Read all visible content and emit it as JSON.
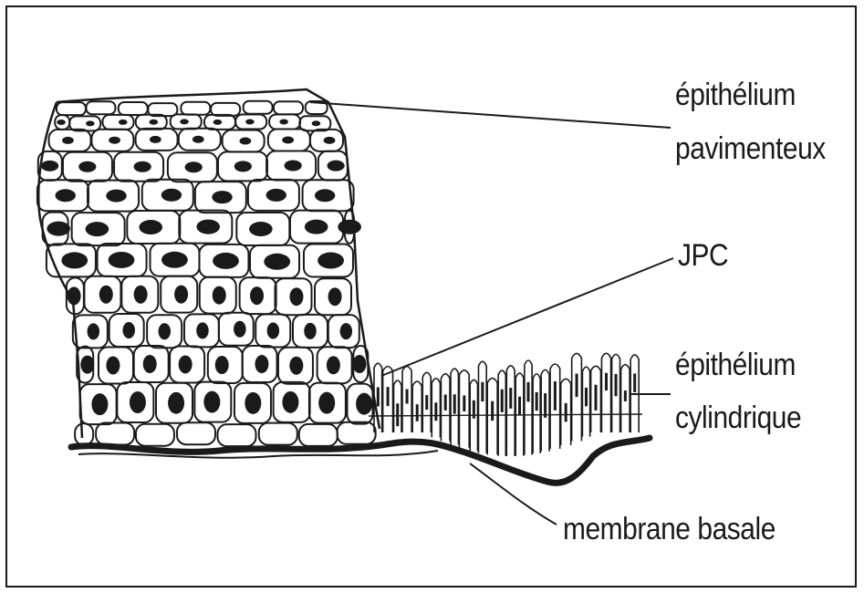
{
  "labels": {
    "squamous_line1": "épithélium",
    "squamous_line2": "pavimenteux",
    "junction": "JPC",
    "columnar_line1": "épithélium",
    "columnar_line2": "cylindrique",
    "basement": "membrane basale"
  },
  "colors": {
    "ink": "#1a1a1a",
    "background": "#ffffff"
  }
}
